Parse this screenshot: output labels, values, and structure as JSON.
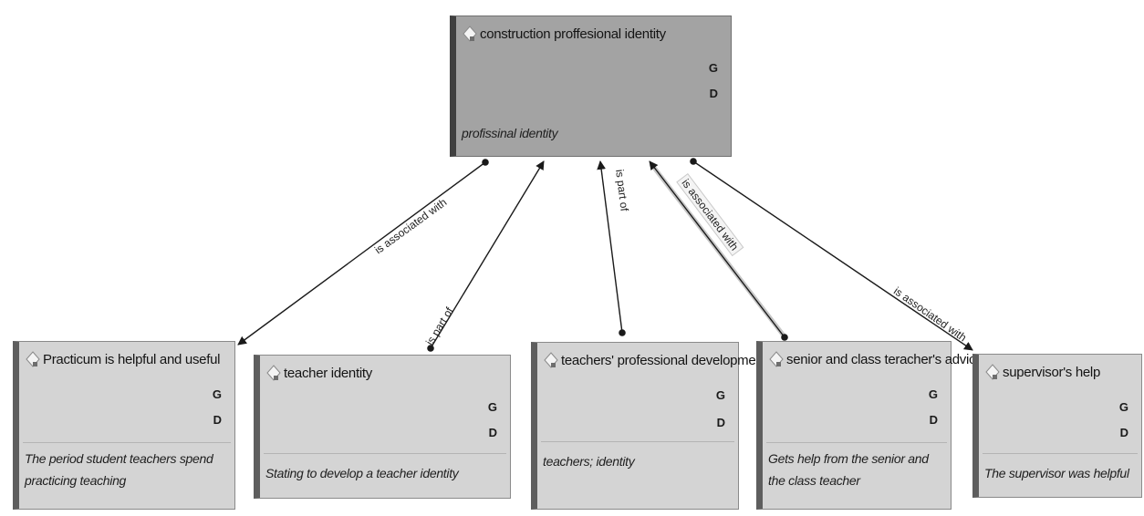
{
  "nodes": {
    "main": {
      "title": "construction proffesional identity",
      "flag_g": "G",
      "flag_d": "D",
      "comment": "profissinal identity",
      "icon": "code-icon"
    },
    "practicum": {
      "title": "Practicum is  helpful and useful",
      "flag_g": "G",
      "flag_d": "D",
      "comment": "The period student teachers spend practicing teaching",
      "icon": "code-icon"
    },
    "teacher_identity": {
      "title": "teacher identity",
      "flag_g": "G",
      "flag_d": "D",
      "comment": "Stating to develop a teacher identity",
      "icon": "code-icon"
    },
    "prof_development": {
      "title": "teachers' professional development",
      "flag_g": "G",
      "flag_d": "D",
      "comment": "teachers; identity",
      "icon": "code-icon"
    },
    "senior_advice": {
      "title": "senior and class terachеr's advice",
      "flag_g": "G",
      "flag_d": "D",
      "comment": "Gets help from the senior and the class teacher",
      "icon": "code-icon"
    },
    "supervisor": {
      "title": "supervisor's help",
      "flag_g": "G",
      "flag_d": "D",
      "comment": "The supervisor was helpful",
      "icon": "code-icon"
    }
  },
  "edges": {
    "practicum": "is associated with",
    "teacher_identity": "is part of",
    "prof_development": "is part of",
    "senior_advice": "is associated with",
    "supervisor": "is associated with"
  },
  "colors": {
    "main_node": "#a3a3a3",
    "node": "#d4d4d4",
    "edge": "#1a1a1a"
  }
}
